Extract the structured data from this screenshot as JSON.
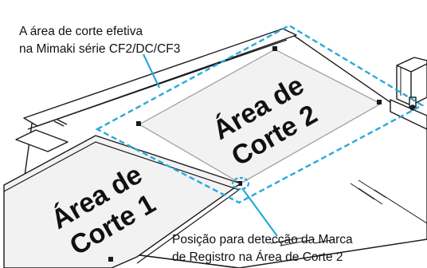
{
  "diagram": {
    "effective_area_caption": {
      "line1": "A área de corte efetiva",
      "line2": "na Mimaki série CF2/DC/CF3"
    },
    "area1": {
      "line1": "Área de",
      "line2": "Corte 1"
    },
    "area2": {
      "line1": "Área de",
      "line2": "Corte 2"
    },
    "mark_caption": {
      "line1": "Posição para detecção da Marca",
      "line2": "de Registro na Área de Corte 2"
    },
    "colors": {
      "callout_dash": "#2aa8dc",
      "outline": "#1a1a1a",
      "sheet_fill": "#f2f2f2",
      "machine_fill": "#ffffff"
    },
    "icons": [
      "registration-mark-icon",
      "cutting-head-icon"
    ]
  }
}
